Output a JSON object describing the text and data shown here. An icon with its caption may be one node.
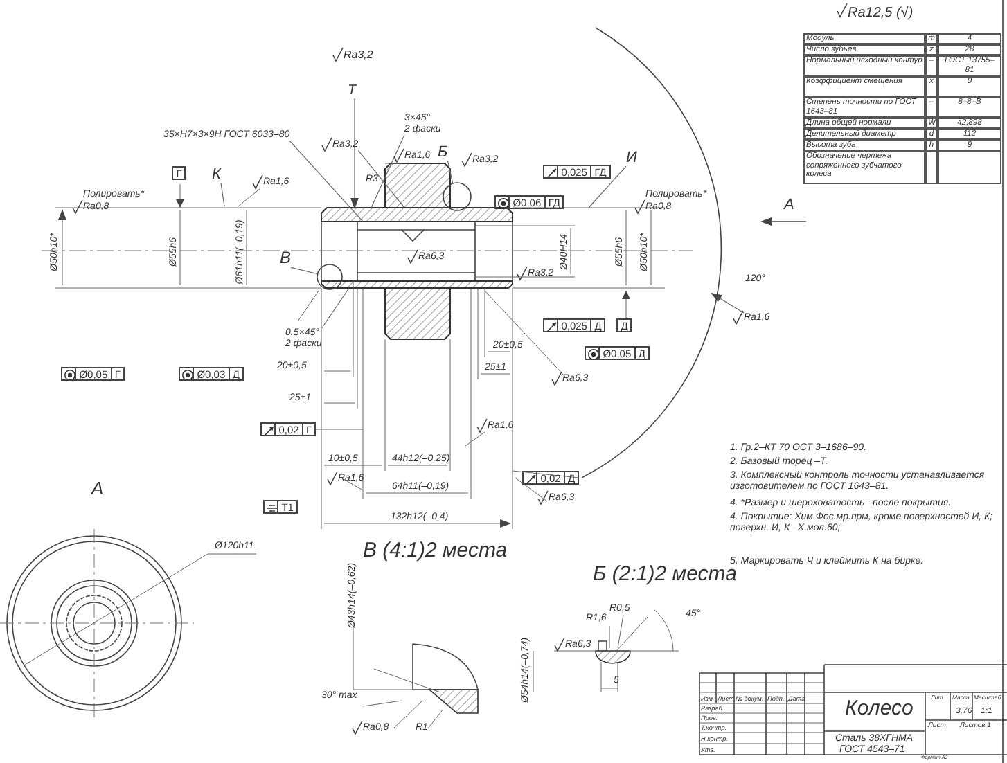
{
  "diagram": {
    "nodes": [
      {
        "text": [
          "3×45°",
          "2 фаски"
        ]
      },
      {
        "text": [
          "35×Н7×3×9Н ГОСТ 6033–80"
        ]
      },
      {
        "text": [
          "Б"
        ]
      },
      {
        "text": [
          "К"
        ]
      },
      {
        "text": [
          "И"
        ]
      },
      {
        "text": [
          "В"
        ]
      },
      {
        "text": [
          "0,5×45°",
          "2 фаски"
        ]
      },
      {
        "text": [
          "Ra1,6"
        ]
      },
      {
        "text": [
          "T"
        ]
      },
      {
        "text": [
          "Ra3,2"
        ]
      }
    ],
    "edges": [
      {
        "from": 0,
        "to": null,
        "arrow": "none"
      },
      {
        "from": 1,
        "to": null,
        "arrow": "none"
      },
      {
        "from": 2,
        "to": null,
        "arrow": "none"
      },
      {
        "from": 3,
        "to": null,
        "arrow": "none"
      },
      {
        "from": 4,
        "to": null,
        "arrow": "none"
      },
      {
        "from": 5,
        "to": null,
        "arrow": "none"
      },
      {
        "from": 6,
        "to": null,
        "arrow": "none"
      },
      {
        "from": 7,
        "to": null,
        "arrow": "to"
      },
      {
        "from": 8,
        "to": null,
        "arrow": "to"
      },
      {
        "from": 9,
        "to": null,
        "arrow": "none"
      }
    ],
    "labels": [
      "Ra12,5 (√)",
      "Модуль",
      "m",
      "4",
      "Число зубьев",
      "z",
      "28",
      "Нормальный исходный контур",
      "–",
      "ГОСТ 13755–81",
      "Коэффициент смещения",
      "x",
      "0",
      "Степень точности по ГОСТ 1643–81",
      "–",
      "8–8–В",
      "Длина общей нормали",
      "W",
      "42,898",
      "Делительный диаметр",
      "d",
      "112",
      "Высота зуба",
      "h",
      "9",
      "Обозначение чертежа сопряженного зубчатого колеса",
      "Ra3,2",
      "Ra1,6",
      "Ra3,2",
      "Г",
      "Ra1,6",
      "R3",
      "0,025",
      "ГД",
      "Полировать*",
      "Ø0,06",
      "ГД",
      "Полировать*",
      "Ra0,8",
      "Ra0,8",
      "А",
      "Ø50h10*",
      "Ø55h6",
      "Ø61h11(–0,19)",
      "Ra6,3",
      "Ø40H14",
      "Ø55h6",
      "Ø50h10*",
      "Ra3,2",
      "120°",
      "0,025",
      "Д",
      "Д",
      "20±0,5",
      "Ø0,05",
      "Д",
      "Ø0,05",
      "Г",
      "Ø0,03",
      "Д",
      "20±0,5",
      "25±1",
      "Ra6,3",
      "25±1",
      "0,02",
      "Г",
      "Ra1,6",
      "1. Гр.2–КТ 70 ОСТ 3–1686–90.",
      "2. Базовый торец –Т.",
      "3. Комплексный контроль точности устанавливается изготовителем по ГОСТ 1643–81.",
      "4. *Размер и шероховатость –после покрытия.",
      "4. Покрытие: Хим.Фос.мр.прм, кроме поверхностей И, К; поверхн. И, К –Х.мол.60;",
      "5. Маркировать Ч и клеймить К на бирке.",
      "10±0,5",
      "44h12(–0,25)",
      "Ra1,6",
      "0,02",
      "Д",
      "64h11(–0,19)",
      "Ra6,3",
      "T1",
      "132h12(–0,4)",
      "А",
      "Ø120h11",
      "В (4:1)2 места",
      "Б (2:1)2 места",
      "Ø43h14(–0,62)",
      "R1,6",
      "R0,5",
      "45°",
      "Ra6,3",
      "Ø54h14(–0,74)",
      "5",
      "30° max",
      "Ra0,8",
      "R1",
      "Изм.",
      "Лист",
      "№ докум.",
      "Подп.",
      "Дата",
      "Разраб.",
      "Пров.",
      "Т.контр.",
      "Н.контр.",
      "Утв.",
      "Колесо",
      "Лит.",
      "Масса",
      "Масштаб",
      "3,76",
      "1:1",
      "Лист",
      "Листов 1",
      "Сталь 38ХГНМА",
      "ГОСТ 4543–71",
      "Формат А3"
    ]
  }
}
